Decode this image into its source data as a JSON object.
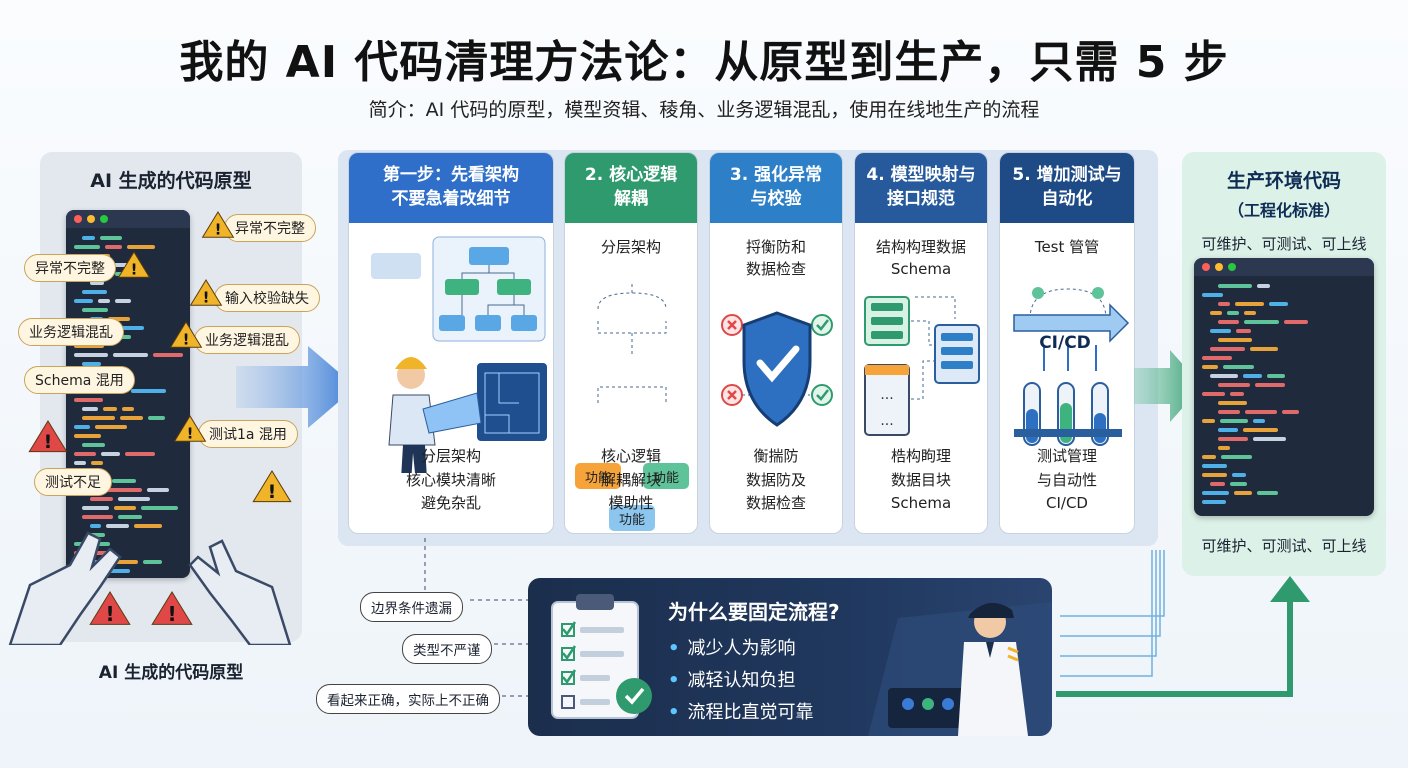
{
  "header": {
    "title": "我的 AI 代码清理方法论：从原型到生产，只需 5 步",
    "subtitle": "简介：AI 代码的原型，模型资辑、稜角、业务逻辑混乱，使用在线地生产的流程"
  },
  "left": {
    "title": "AI 生成的代码原型",
    "footer": "AI 生成的代码原型",
    "warnings": [
      "异常不完整",
      "异常不完整",
      "输入校验缺失",
      "业务逻辑混乱",
      "业务逻辑混乱",
      "Schema 混用",
      "测试1a 混用",
      "测试不足"
    ]
  },
  "steps": [
    {
      "title": "第一步：先看架构\n不要急着改细节",
      "footer": "分层架构\n核心模块清晰\n避免杂乱"
    },
    {
      "title": "2. 核心逻辑\n解耦",
      "sub": "分层架构",
      "fn_label": "功能",
      "footer": "核心逻辑\n解耦解块\n模助性"
    },
    {
      "title": "3. 强化异常\n与校验",
      "sub": "捋衡防和\n数据检查",
      "footer": "衡揣防\n数据防及\n数据检查"
    },
    {
      "title": "4. 模型映射与\n接口规范",
      "sub": "结构构理数据\nSchema",
      "footer": "梏构眗理\n数据目块\nSchema"
    },
    {
      "title": "5. 增加测试与\n自动化",
      "sub": "Test 管管",
      "cicd": "CI/CD",
      "footer": "测试管理\n与自动性\nCI/CD"
    }
  ],
  "right": {
    "title": "生产环境代码",
    "subtitle": "（工程化标准）",
    "tagline_top": "可维护、可测试、可上线",
    "tagline_bottom": "可维护、可测试、可上线"
  },
  "pitfalls": [
    "边界条件遗漏",
    "类型不严谨",
    "看起来正确，实际上不正确"
  ],
  "why": {
    "title": "为什么要固定流程?",
    "bullets": [
      "减少人为影响",
      "减轻认知负担",
      "流程比直觉可靠"
    ]
  },
  "colors": {
    "step1": "#2f6fc9",
    "step2": "#2f9a6e",
    "step3": "#2d7fc7",
    "step4": "#275a9c",
    "step5": "#1e4a86",
    "production": "#2f9a6e",
    "warning": "#f0b429",
    "danger": "#e04848"
  }
}
